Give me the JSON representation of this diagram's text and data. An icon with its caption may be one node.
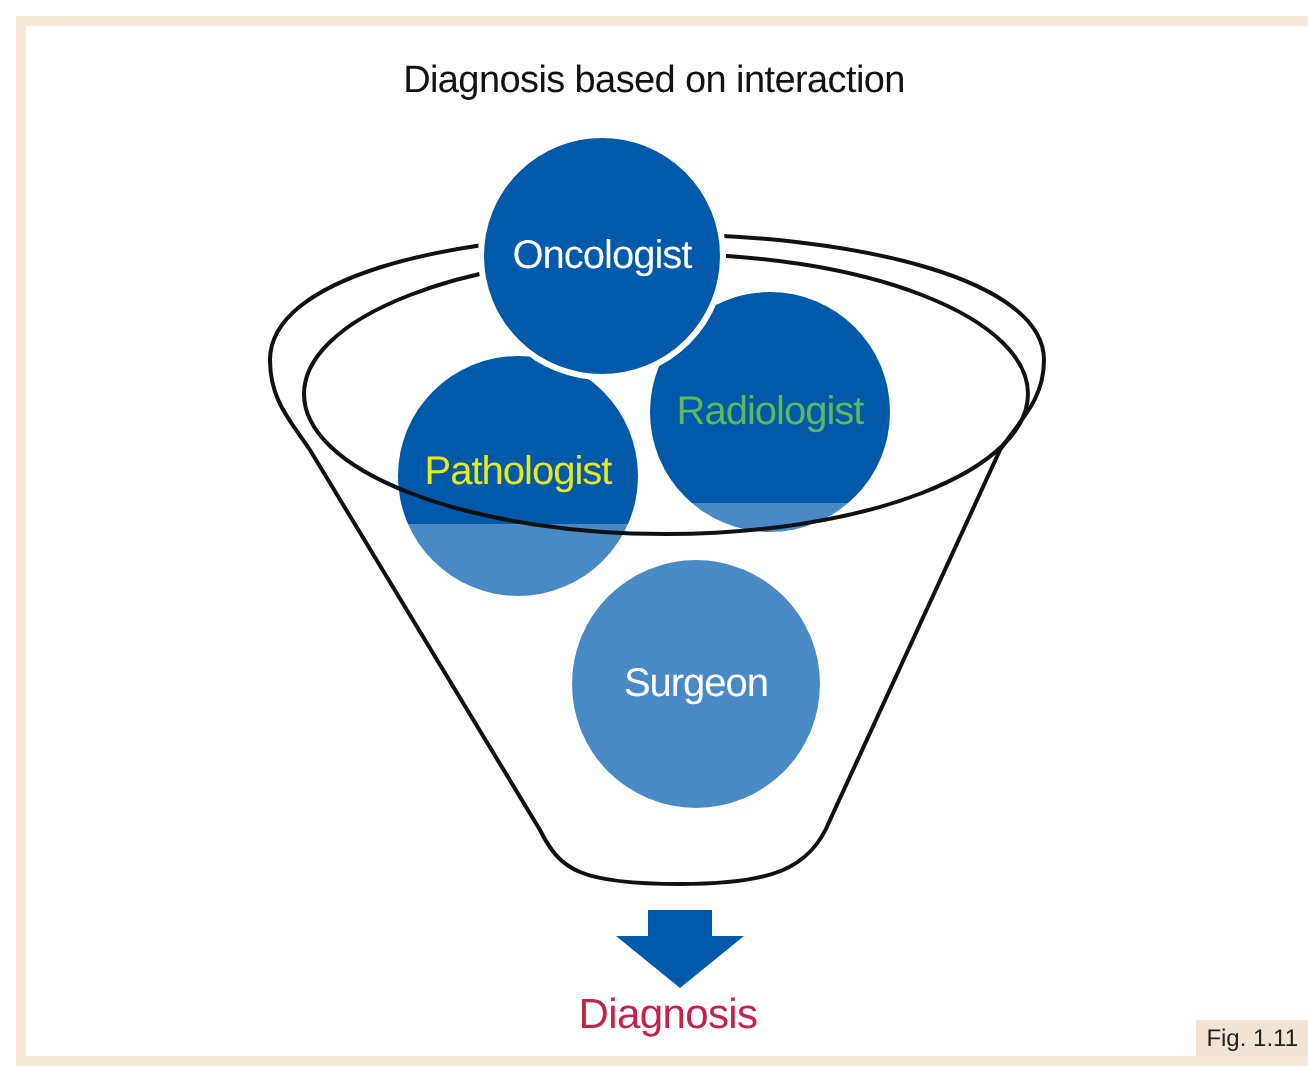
{
  "diagram": {
    "title": "Diagnosis based on interaction",
    "nodes": [
      {
        "text": [
          "Oncologist"
        ]
      },
      {
        "text": [
          "Radiologist"
        ],
        "in": 4
      },
      {
        "text": [
          "Pathologist"
        ],
        "in": 4
      },
      {
        "text": [
          "Surgeon"
        ],
        "in": 4
      },
      {
        "text": [],
        "shape": "funnel"
      },
      {
        "text": [
          "Diagnosis"
        ]
      }
    ],
    "edges": [
      {
        "from": 4,
        "to": 5,
        "arrow": "to",
        "style": "thick"
      }
    ],
    "labels": [
      "Fig. 1.11"
    ]
  }
}
